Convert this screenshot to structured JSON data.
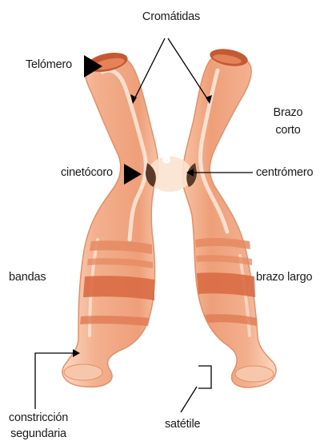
{
  "labels": {
    "cromatidas": "Cromátidas",
    "telomero": "Telómero",
    "brazo_corto_1": "Brazo",
    "brazo_corto_2": "corto",
    "cinetocoro": "cinetócoro",
    "centromero": "centrómero",
    "bandas": "bandas",
    "brazo_largo": "brazo largo",
    "constriccion_1": "constricción",
    "constriccion_2": "segundaria",
    "satelite": "satétile"
  },
  "colors": {
    "chromatid_body": "#f3b08e",
    "chromatid_light": "#fbe2cf",
    "chromatid_highlight": "#fff3ea",
    "band": "#e07a52",
    "band_dark": "#d2643d",
    "telomere_cap": "#c45a33",
    "kinetochore": "#5a3a28",
    "outline": "#e2906a"
  }
}
